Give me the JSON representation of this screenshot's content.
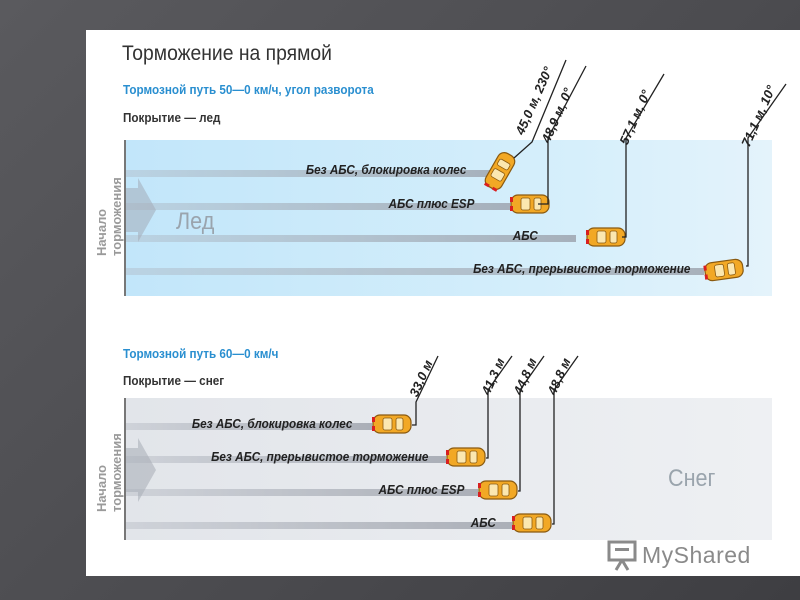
{
  "title": "Торможение на прямой",
  "ice": {
    "subtitle": "Тормозной путь 50—0 км/ч, угол разворота",
    "coverage": "Покрытие — лед",
    "surface": "Лед",
    "start_label": "Начало торможения",
    "runs": [
      {
        "label": "Без АБС, блокировка колес",
        "measurement": "45,0 м, 230°"
      },
      {
        "label": "АБС плюс ESP",
        "measurement": "48,9 м, 0°"
      },
      {
        "label": "АБС",
        "measurement": "57,1 м, 0°"
      },
      {
        "label": "Без АБС, прерывистое торможение",
        "measurement": "71,1 м, 10°"
      }
    ]
  },
  "snow": {
    "subtitle": "Тормозной путь 60—0 км/ч",
    "coverage": "Покрытие — снег",
    "surface": "Снег",
    "start_label": "Начало торможения",
    "runs": [
      {
        "label": "Без АБС, блокировка колес",
        "measurement": "33,0 м"
      },
      {
        "label": "Без АБС, прерывистое торможение",
        "measurement": "41,3 м"
      },
      {
        "label": "АБС плюс ESP",
        "measurement": "44,8 м"
      },
      {
        "label": "АБС",
        "measurement": "48,8 м"
      }
    ]
  },
  "logo": {
    "text": "MyShared",
    "icon": "presentation-board-icon"
  },
  "colors": {
    "accent_blue": "#2a8fd0",
    "car_orange": "#f2a825",
    "ice_bg": "#cfeafa",
    "snow_bg": "#eceef1"
  }
}
